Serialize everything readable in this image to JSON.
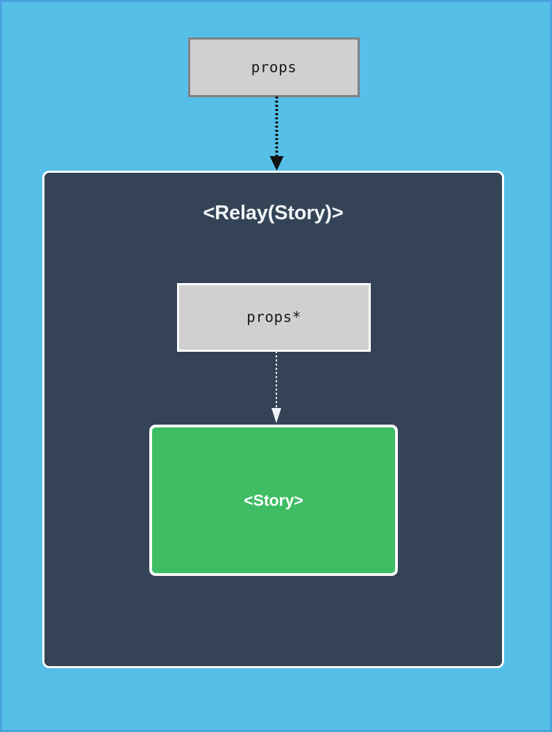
{
  "diagram": {
    "title": "Relay Story props flow diagram",
    "background_color": "#55bfe8",
    "nodes": {
      "outer_props": {
        "label": "props",
        "fill": "#d0d0d0",
        "border": "#808080"
      },
      "relay_container": {
        "label": "<Relay(Story)>",
        "fill": "#344456",
        "border": "#ffffff"
      },
      "inner_props": {
        "label": "props*",
        "fill": "#d0d0d0",
        "border": "#ffffff"
      },
      "story": {
        "label": "<Story>",
        "fill": "#3fbd65",
        "border": "#ffffff"
      }
    },
    "edges": {
      "props_to_relay": {
        "style": "dotted",
        "color": "#111111",
        "arrowhead": "filled-triangle"
      },
      "props_to_story": {
        "style": "dotted",
        "color": "#ffffff",
        "arrowhead": "filled-triangle"
      }
    }
  }
}
